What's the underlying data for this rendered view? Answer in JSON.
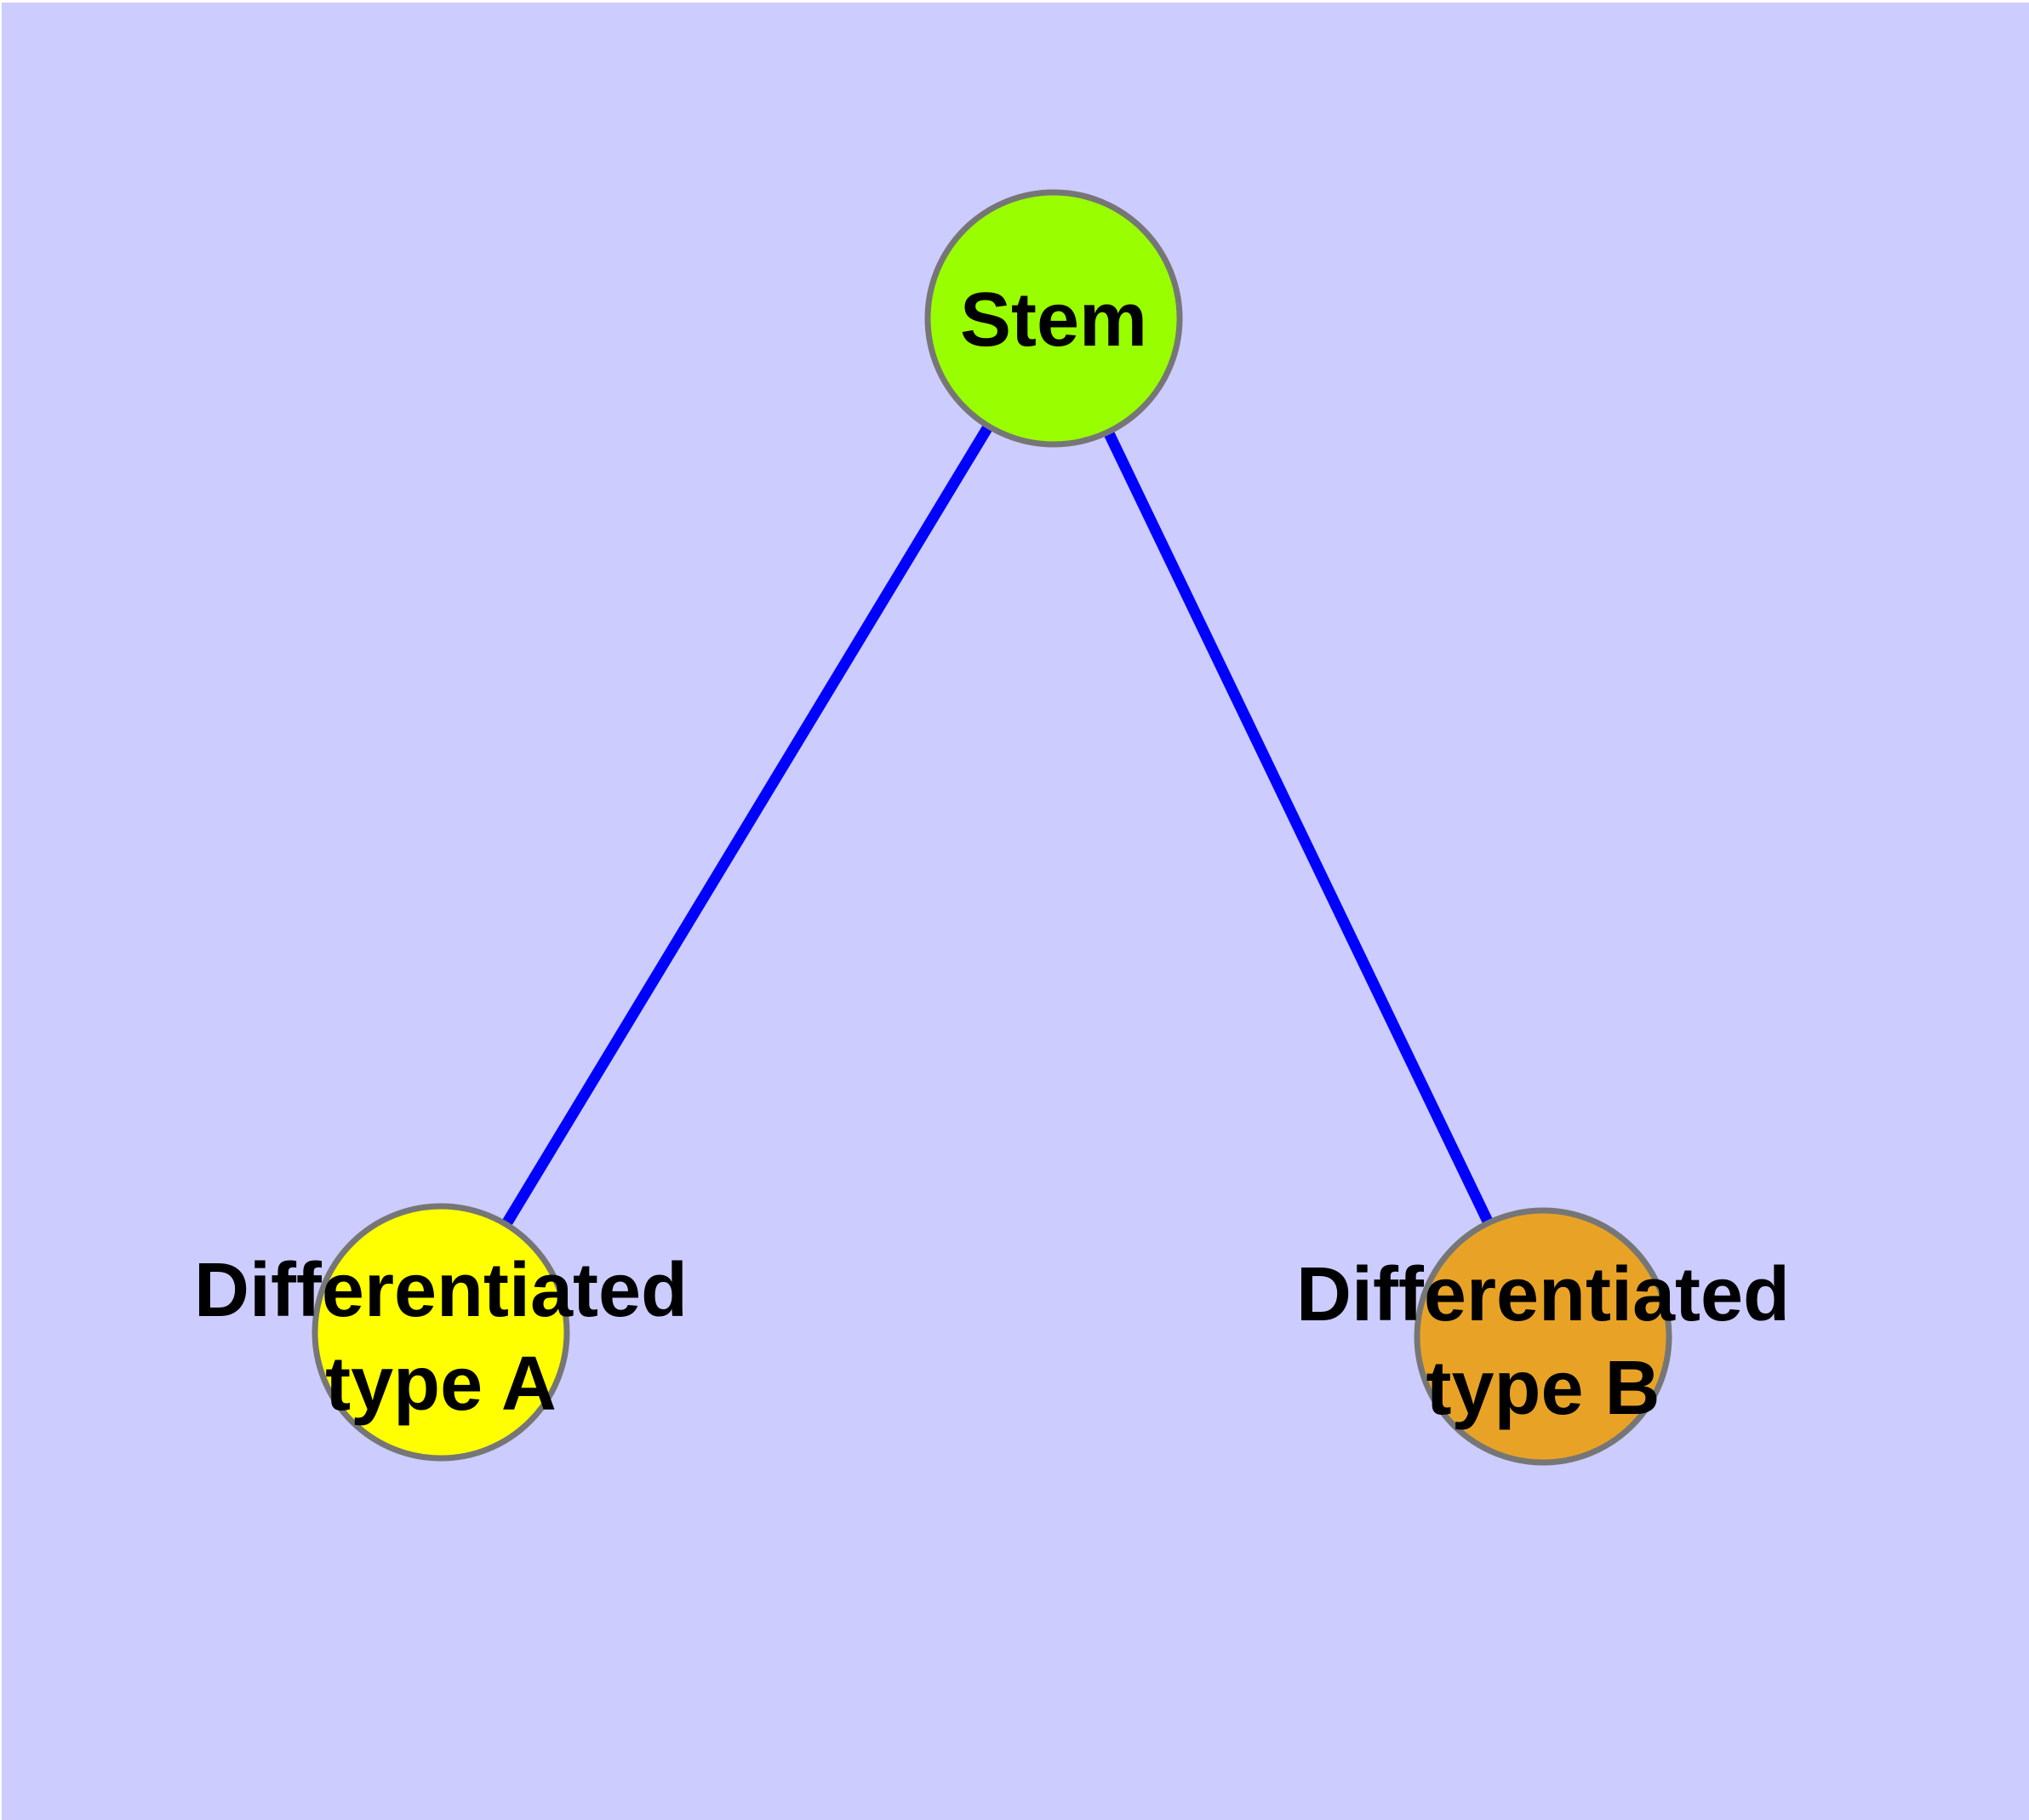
{
  "diagram": {
    "background_color": "#ccccff",
    "frame_color": "#ffffff",
    "edge_color": "#0000ff",
    "node_border_color": "#767676",
    "label_color": "#000000",
    "nodes": {
      "stem": {
        "label": "Stem",
        "fill": "#99ff00"
      },
      "type_a": {
        "label_line1": "Differentiated",
        "label_line2": "type A",
        "label_full": "Differentiated type A",
        "fill": "#ffff00"
      },
      "type_b": {
        "label_line1": "Differentiated",
        "label_line2": "type B",
        "label_full": "Differentiated type B",
        "fill": "#e8a326"
      }
    },
    "edges": [
      {
        "from": "stem",
        "to": "type_a"
      },
      {
        "from": "stem",
        "to": "type_b"
      }
    ]
  }
}
